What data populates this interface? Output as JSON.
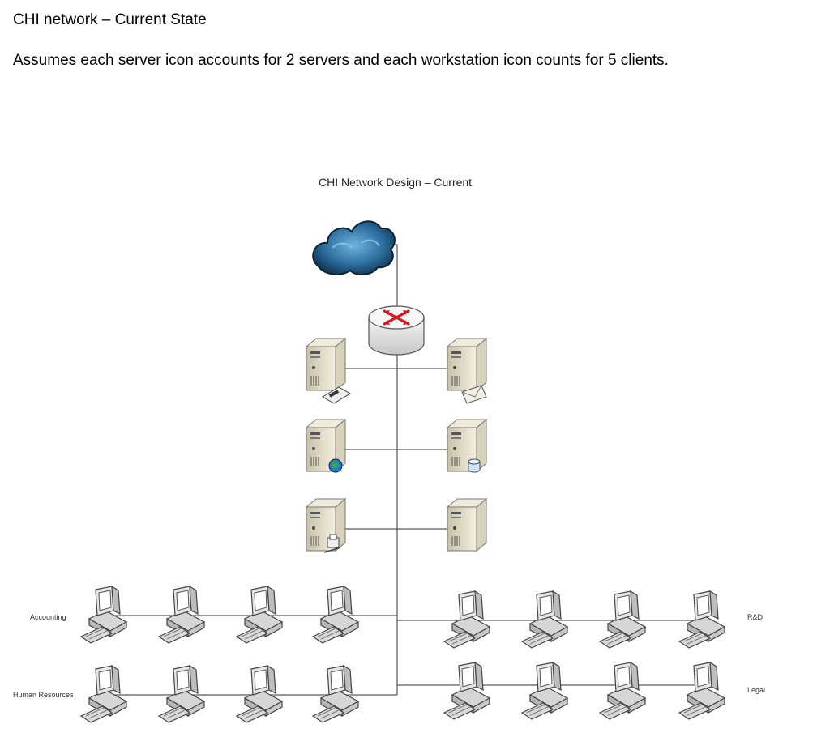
{
  "header": {
    "title": "CHI network – Current State",
    "assumption": "Assumes each server icon accounts for 2 servers and each workstation icon counts for 5 clients."
  },
  "diagram": {
    "title": "CHI Network Design – Current",
    "internet_icon": "cloud-icon",
    "router_icon": "router-icon",
    "server_icons": [
      "fax-server-icon",
      "mail-server-icon",
      "web-server-icon",
      "database-server-icon",
      "print-server-icon",
      "server-icon"
    ],
    "workstation_icon": "workstation-icon",
    "groups": [
      {
        "label": "Accounting",
        "workstations": 4
      },
      {
        "label": "Human Resources",
        "workstations": 4
      },
      {
        "label": "R&D",
        "workstations": 4
      },
      {
        "label": "Legal",
        "workstations": 4
      }
    ]
  }
}
